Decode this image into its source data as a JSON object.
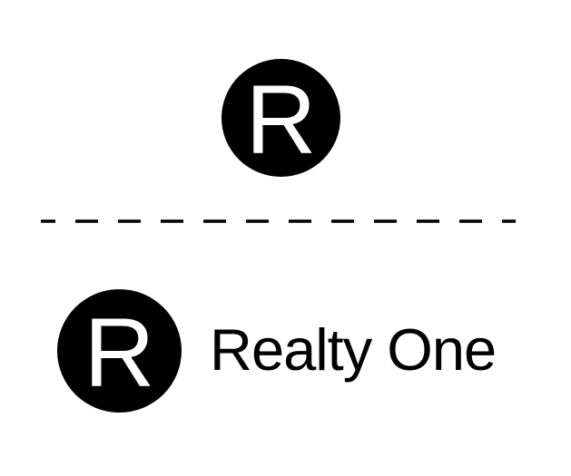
{
  "logo_sheet": {
    "background_color": "#ffffff",
    "brand_color": "#000000",
    "monogram_color": "#ffffff",
    "primary_mark": {
      "monogram": "R"
    },
    "divider": {
      "style": "dashed"
    },
    "lockup": {
      "monogram": "R",
      "wordmark": "Realty One"
    }
  }
}
